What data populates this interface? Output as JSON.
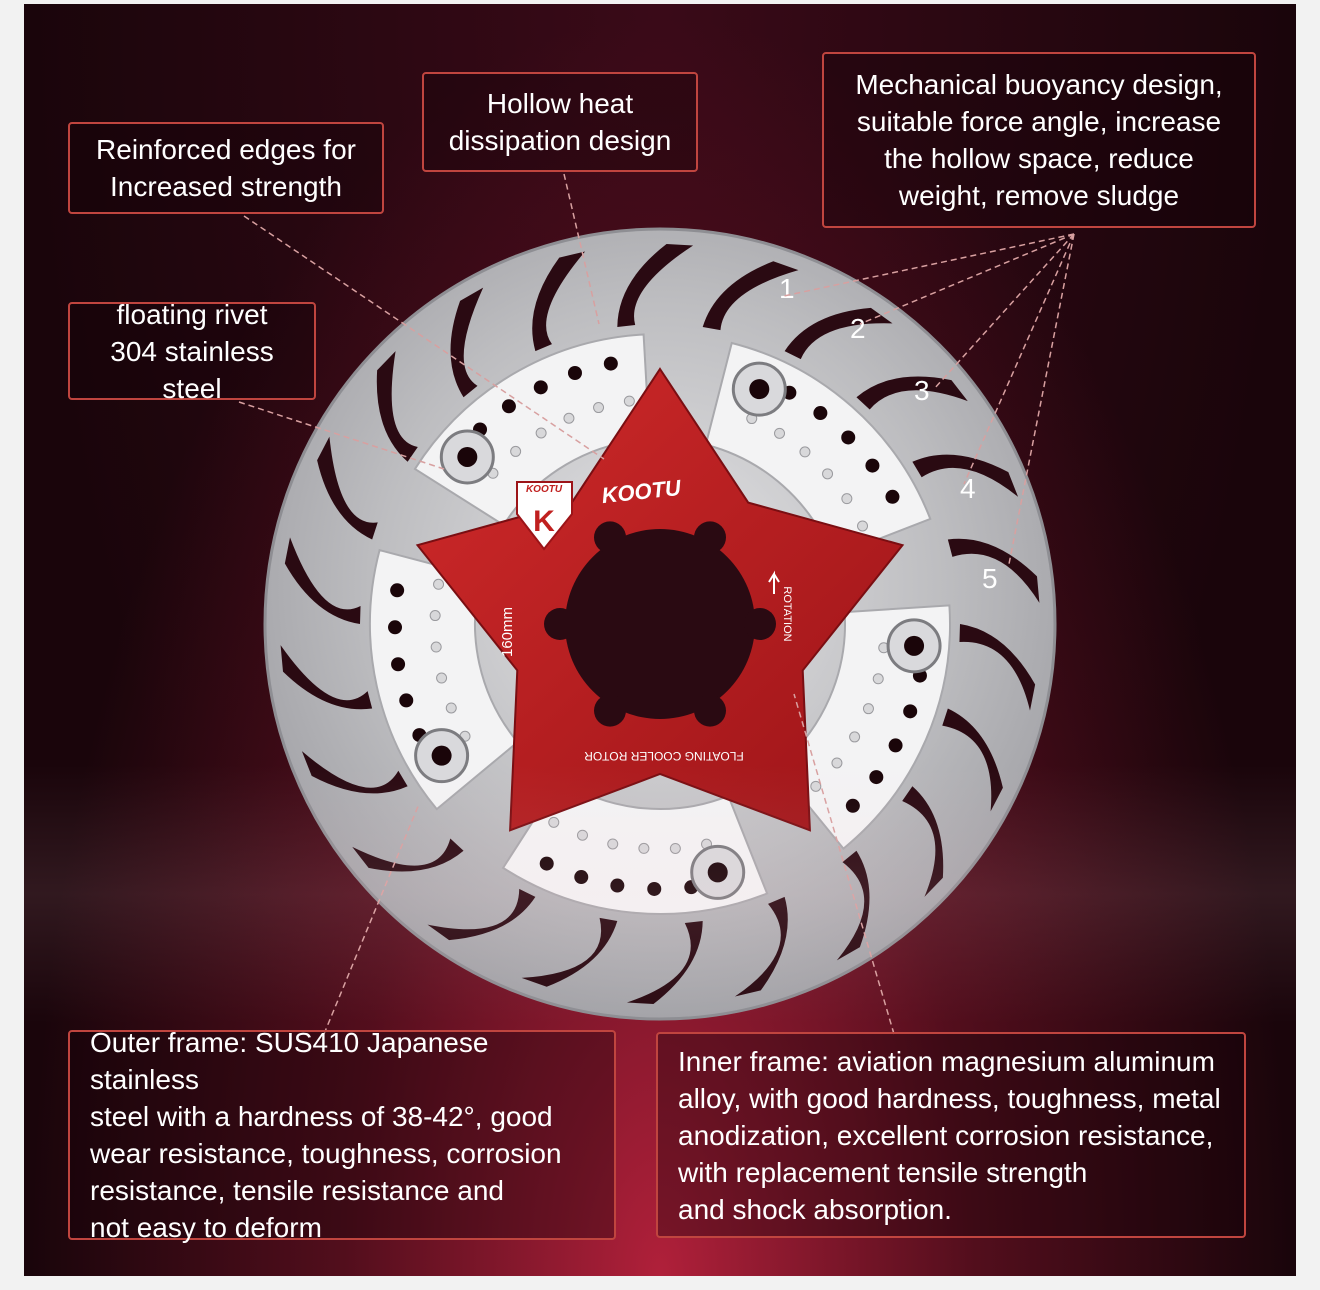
{
  "callouts": {
    "reinforced_edges": "Reinforced edges for\nIncreased strength",
    "hollow_heat": "Hollow heat\ndissipation design",
    "mechanical_buoyancy": "Mechanical buoyancy design,\nsuitable force angle, increase\nthe hollow space, reduce\nweight, remove sludge",
    "floating_rivet": "floating rivet\n304 stainless steel",
    "outer_frame": "Outer frame: SUS410 Japanese stainless\nsteel with a hardness of 38-42°, good\nwear resistance, toughness, corrosion\nresistance, tensile resistance and\nnot easy to deform",
    "inner_frame": "Inner frame: aviation magnesium aluminum\nalloy, with good hardness, toughness, metal\nanodization, excellent corrosion resistance,\nwith replacement tensile strength\nand shock absorption."
  },
  "numbers": [
    "1",
    "2",
    "3",
    "4",
    "5"
  ],
  "rotor": {
    "brand": "KOOTU",
    "logo_letter": "K",
    "logo_top": "KOOTU",
    "size": "160mm",
    "rotation": "ROTATION",
    "model": "FLOATING COOLER ROTOR"
  },
  "colors": {
    "accent_red": "#c0201f",
    "callout_border": "#c0453f",
    "steel": "#c9c9cc"
  }
}
